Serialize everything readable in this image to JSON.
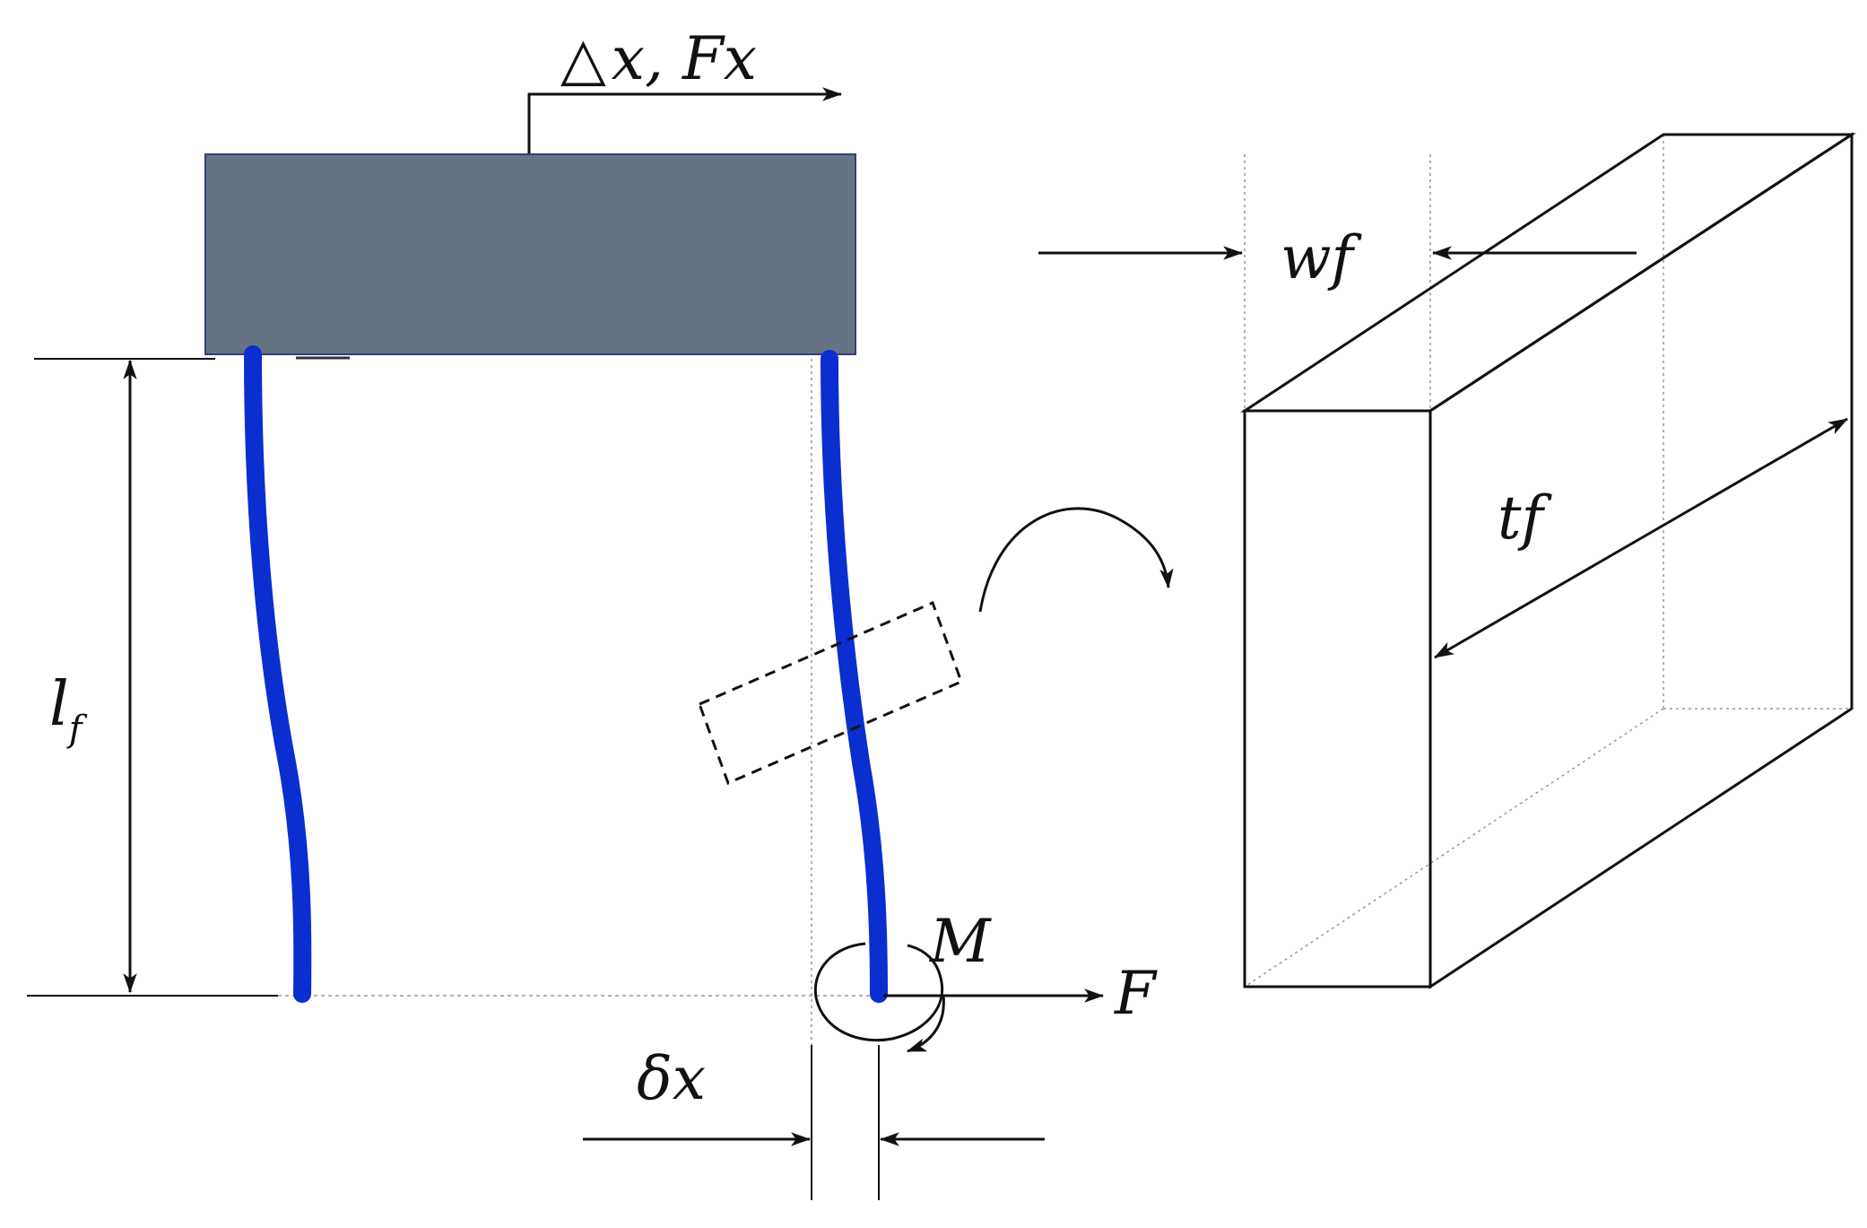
{
  "colors": {
    "shuttle_fill": "#667384",
    "flexure": "#0b2ed0",
    "line": "#111111",
    "dotted": "#999999"
  },
  "labels": {
    "input": {
      "delta": "△",
      "rest": "x, Fx"
    },
    "length": {
      "main": "l",
      "sub": "f"
    },
    "moment": "M",
    "force": "F",
    "deflection": "δx",
    "width": "wf",
    "thickness": "tf"
  }
}
